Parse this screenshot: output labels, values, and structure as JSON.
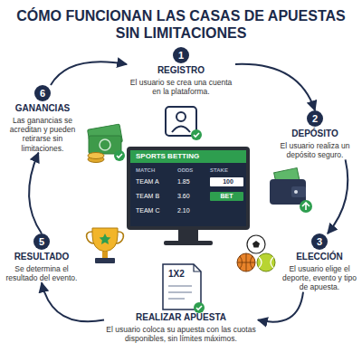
{
  "diagram": {
    "title": "CÓMO FUNCIONAN LAS CASAS DE APUESTAS SIN LIMITACIONES",
    "nodes": [
      {
        "text": [
          "1",
          "REGISTRO",
          "El usuario se crea una cuenta en la plataforma."
        ]
      },
      {
        "text": [
          "2",
          "DEPÓSITO",
          "El usuario realiza un depósito seguro."
        ]
      },
      {
        "text": [
          "3",
          "ELECCIÓN",
          "El usuario elige el deporte, evento y tipo de apuesta."
        ]
      },
      {
        "text": [
          "REALIZAR APUESTA",
          "El usuario coloca su apuesta con las cuotas disponibles, sin límites máximos."
        ]
      },
      {
        "text": [
          "5",
          "RESULTADO",
          "Se determina el resultado del evento."
        ]
      },
      {
        "text": [
          "6",
          "GANANCIAS",
          "Las ganancias se acreditan y pueden retirarse sin limitaciones."
        ]
      },
      {
        "text": [
          "SPORTS BETTING"
        ]
      }
    ],
    "edges": [
      {
        "from": 0,
        "to": 1,
        "arrow": "to"
      },
      {
        "from": 1,
        "to": 2,
        "arrow": "to"
      },
      {
        "from": 2,
        "to": 3,
        "arrow": "to"
      },
      {
        "from": 3,
        "to": 4,
        "arrow": "to"
      },
      {
        "from": 4,
        "to": 5,
        "arrow": "to"
      },
      {
        "from": 5,
        "to": 0,
        "arrow": "to"
      }
    ],
    "labels": [
      "MATCH",
      "ODDS",
      "STAKE",
      "TEAM A",
      "1.85",
      "TEAM B",
      "3.60",
      "TEAM C",
      "2.10",
      "100",
      "BET",
      "1X2"
    ]
  }
}
